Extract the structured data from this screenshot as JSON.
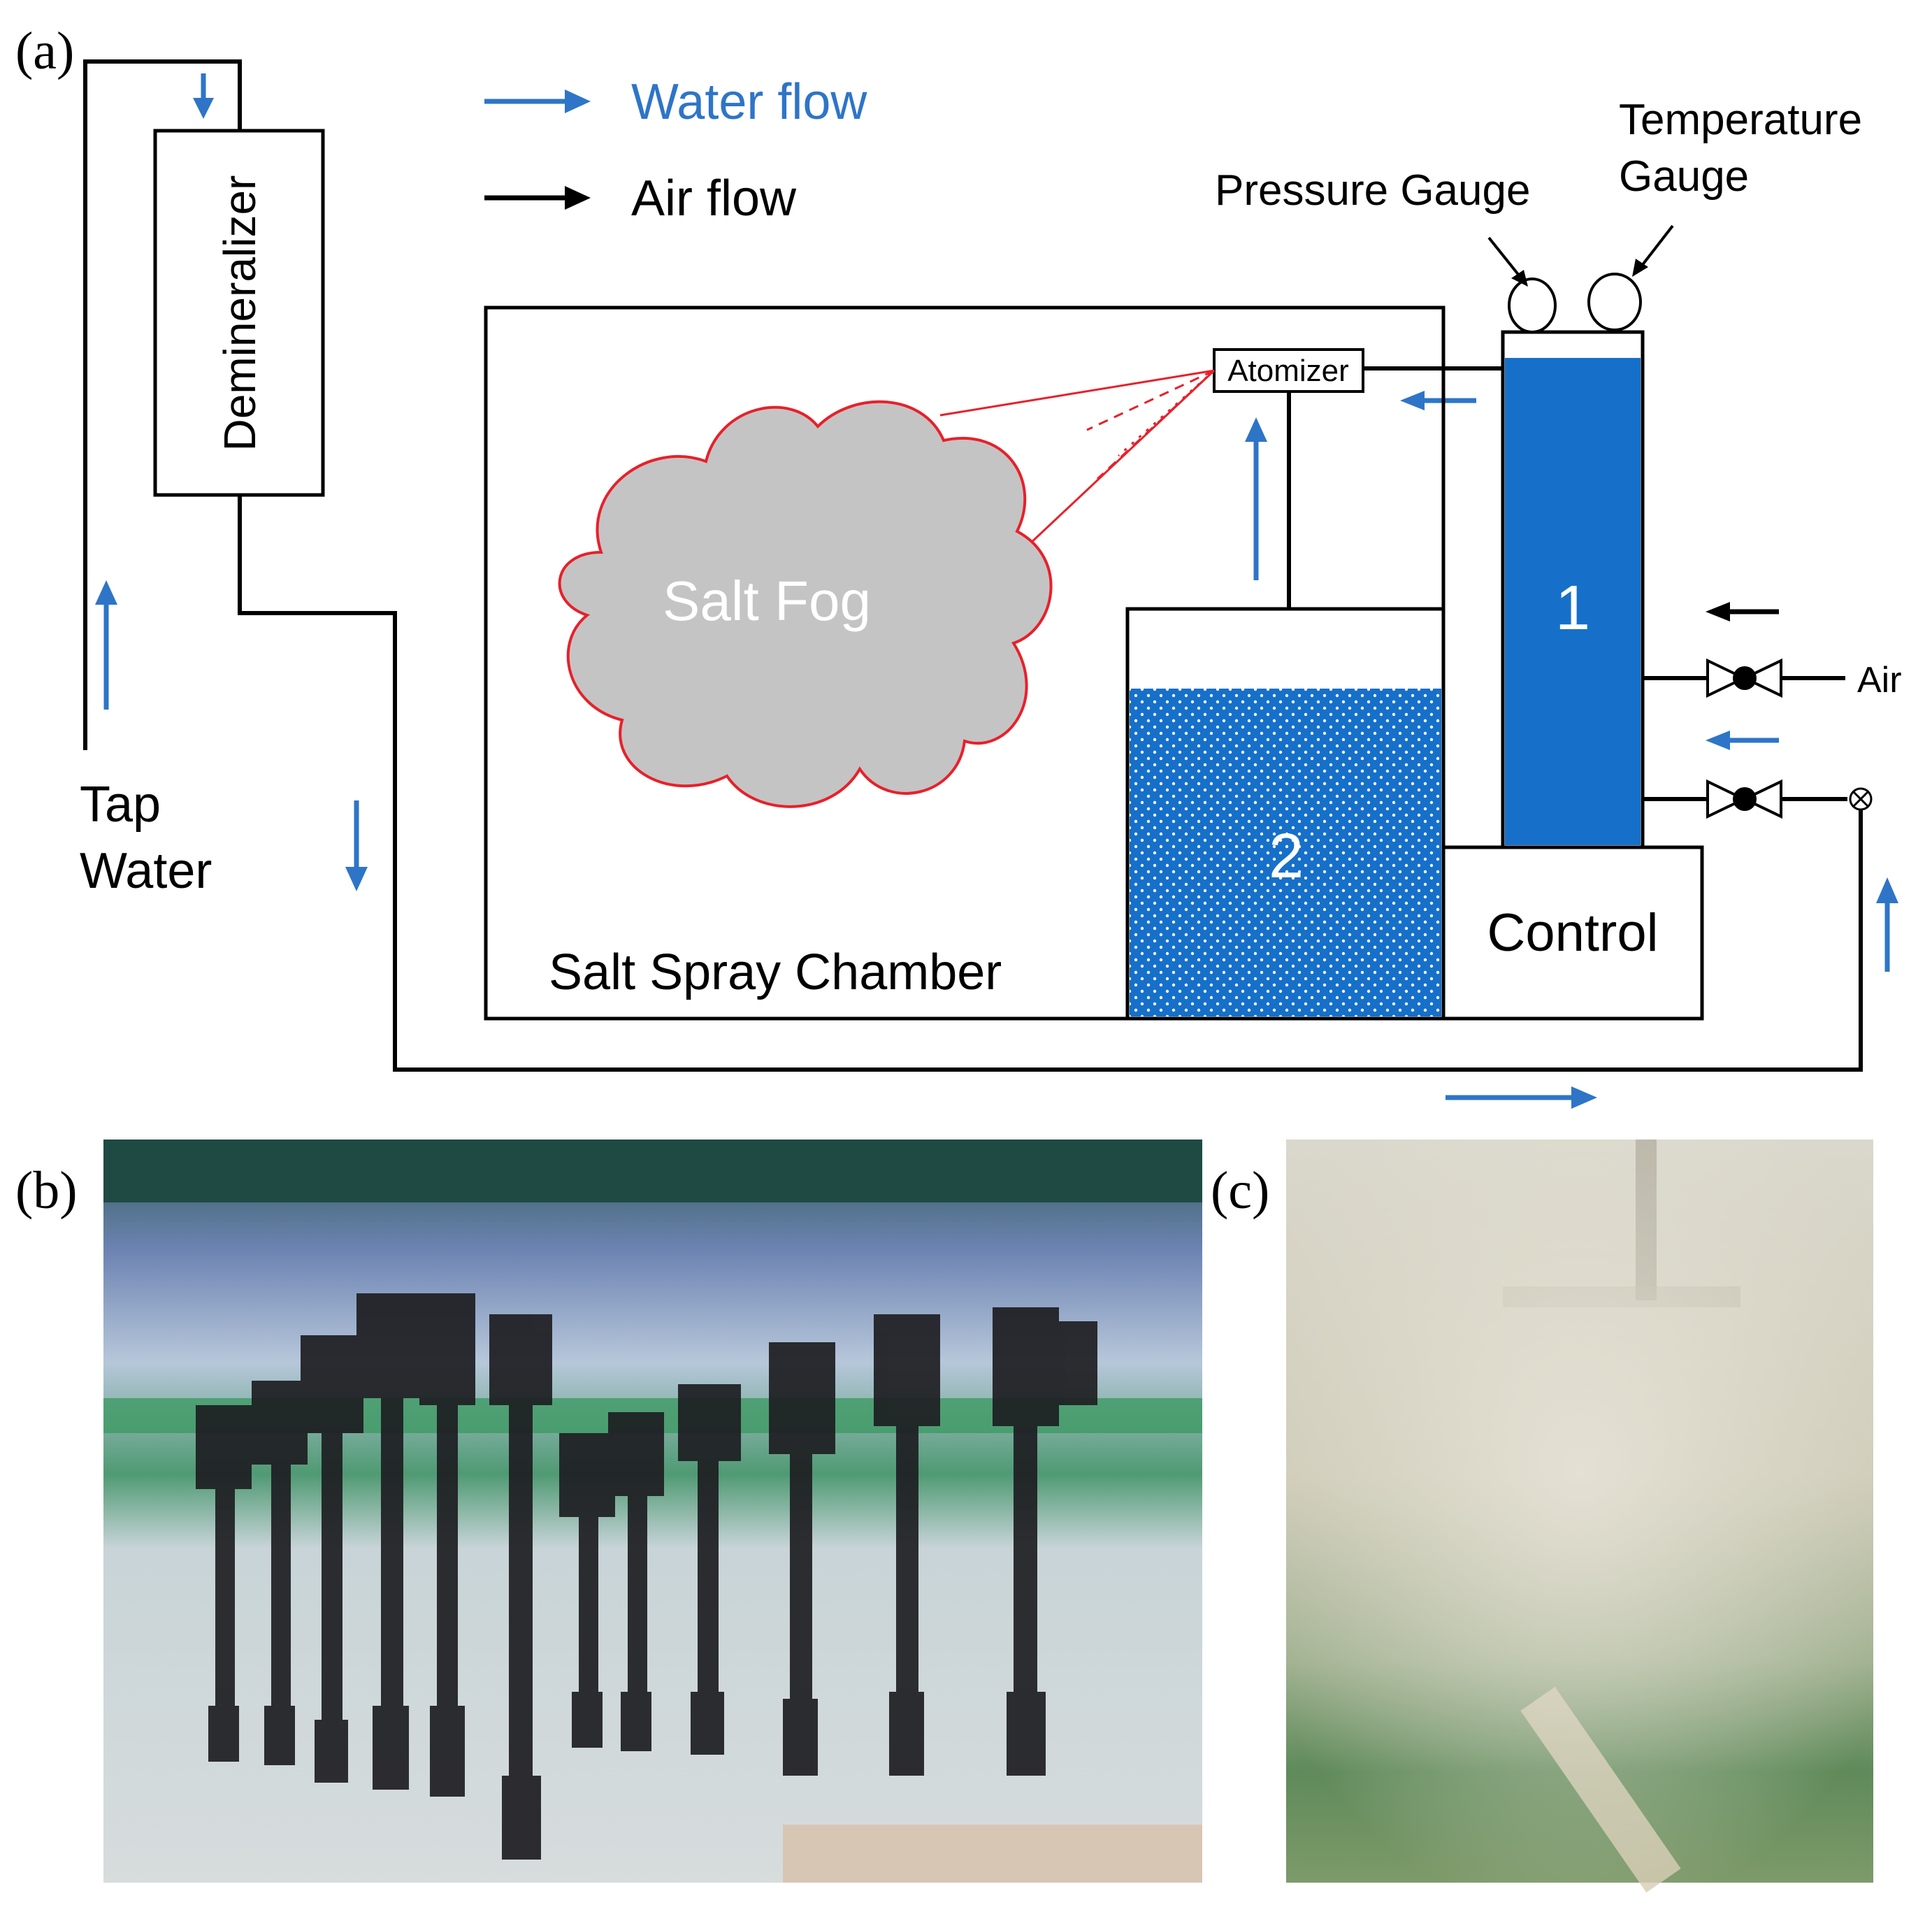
{
  "panels": {
    "a": "(a)",
    "b": "(b)",
    "c": "(c)"
  },
  "legend": {
    "water_flow": "Water flow",
    "air_flow": "Air flow"
  },
  "labels": {
    "demineralizer": "Demineralizer",
    "tap_water_line1": "Tap",
    "tap_water_line2": "Water",
    "pressure_gauge": "Pressure Gauge",
    "temperature_gauge_line1": "Temperature",
    "temperature_gauge_line2": "Gauge",
    "atomizer": "Atomizer",
    "salt_fog": "Salt Fog",
    "salt_spray_chamber": "Salt Spray Chamber",
    "tank_1": "1",
    "tank_2": "2",
    "control": "Control",
    "air": "Air"
  },
  "colors": {
    "water_blue": "#2e75c7",
    "tank_blue": "#1670c9",
    "fog_gray": "#c4c4c4",
    "fog_outline": "#e8202a",
    "line_black": "#000000"
  },
  "icons": [
    "water-flow-arrow-icon",
    "air-flow-arrow-icon",
    "valve-icon",
    "pressure-gauge-icon",
    "temperature-gauge-icon",
    "flow-junction-icon"
  ]
}
